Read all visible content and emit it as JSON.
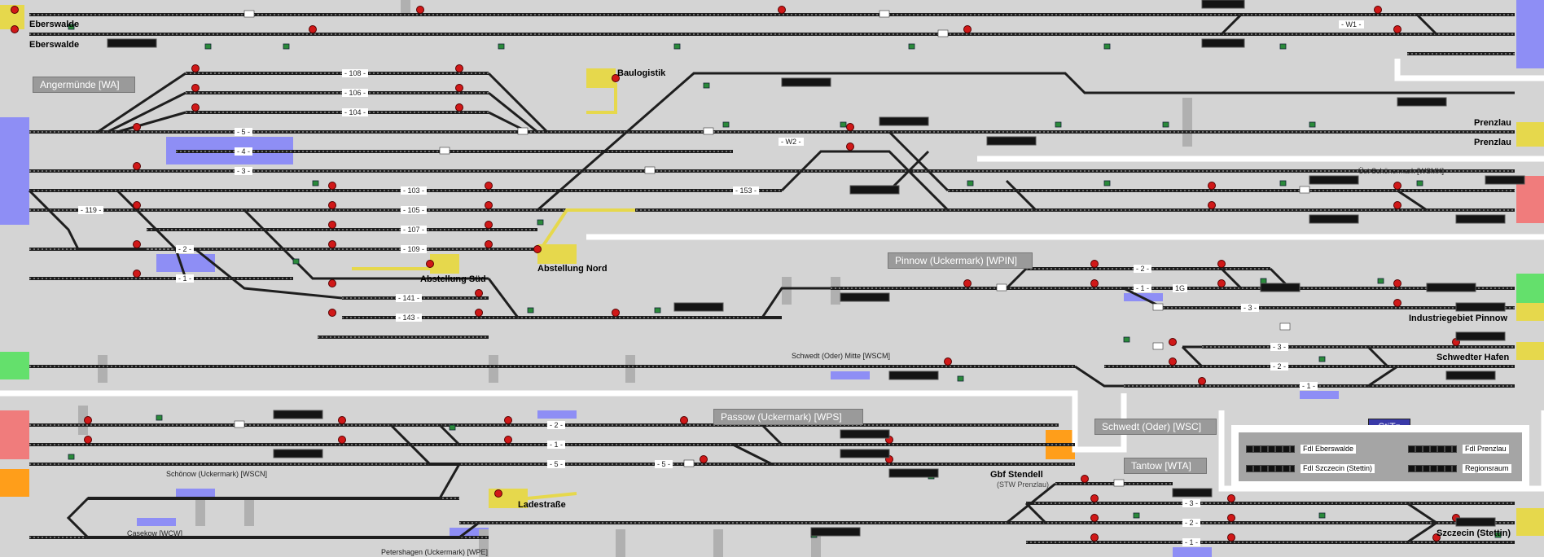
{
  "screen": {
    "title": "Stellwerk Angermünde – Stettin"
  },
  "colors": {
    "background": "#d4d4d4",
    "track": "#1e1e1e",
    "white_path": "#ffffff",
    "yellow_signal_field": "#e6d84c",
    "red_signal": "#d01818",
    "green_signal": "#2a8a3a",
    "blue_neighbor": "#8e8ef5",
    "green_neighbor": "#64e06c",
    "red_neighbor": "#f07c7c",
    "orange_neighbor": "#ff9e1a",
    "grey_section": "#b0b0b0"
  },
  "stations": {
    "angermuende": "Angermünde [WA]",
    "pinnow": "Pinnow (Uckermark) [WPIN]",
    "passow": "Passow (Uckermark) [WPS]",
    "schwedt": "Schwedt (Oder) [WSC]",
    "tantow": "Tantow [WTA]",
    "stitz": "StiTz"
  },
  "places": {
    "eberswalde_1": "Eberswalde",
    "eberswalde_2": "Eberswalde",
    "baulogistik": "Baulogistik",
    "abstellung_sued": "Abstellung Süd",
    "abstellung_nord": "Abstellung Nord",
    "prenzlau_1": "Prenzlau",
    "prenzlau_2": "Prenzlau",
    "industriegebiet": "Industriegebiet Pinnow",
    "schwedter_hafen": "Schwedter Hafen",
    "gbf_stendell": "Gbf Stendell",
    "stw_prenzlau": "(STW Prenzlau)",
    "ladestrasse": "Ladestraße",
    "szczecin": "Szczecin (Stettin)"
  },
  "small_labels": {
    "ust_schoenermark": "Üst Schönermark [WSMK]",
    "schwedt_mitte": "Schwedt (Oder) Mitte [WSCM]",
    "schoenow": "Schönow (Uckermark) [WSCN]",
    "casekow": "Casekow [WCW]",
    "petershagen": "Petershagen (Uckermark) [WPE]"
  },
  "track_labels": {
    "w1": "- W1 -",
    "w2": "- W2 -",
    "t108": "- 108 -",
    "t106": "- 106 -",
    "t104": "- 104 -",
    "t5": "- 5 -",
    "t4": "- 4 -",
    "t3": "- 3 -",
    "t103": "- 103 -",
    "t105": "- 105 -",
    "t107": "- 107 -",
    "t109": "- 109 -",
    "t119": "- 119 -",
    "t2": "- 2 -",
    "t1": "- 1 -",
    "t141": "- 141 -",
    "t143": "- 143 -",
    "t153": "- 153 -",
    "pin2": "- 2 -",
    "pin1": "- 1 -",
    "pin1g": "1G",
    "pin3": "- 3 -",
    "sch3": "- 3 -",
    "sch2": "- 2 -",
    "sch1": "- 1 -",
    "pas2": "- 2 -",
    "pas1": "- 1 -",
    "pas5": "- 5 -",
    "pas5b": "- 5 -",
    "tan3": "- 3 -",
    "tan2": "- 2 -",
    "tan1": "- 1 -"
  },
  "legend": {
    "items": [
      "Fdl Eberswalde",
      "Fdl Prenzlau",
      "Fdl Szczecin (Stettin)",
      "Regionsraum"
    ]
  }
}
